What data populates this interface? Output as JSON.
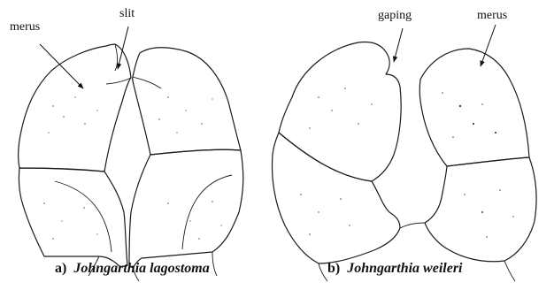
{
  "labels": {
    "a_merus": "merus",
    "a_slit": "slit",
    "b_gaping": "gaping",
    "b_merus": "merus"
  },
  "captions": {
    "a_letter": "a)",
    "a_species": "Johngarthia lagostoma",
    "b_letter": "b)",
    "b_species": "Johngarthia weileri"
  },
  "colors": {
    "ink": "#1a1a1a",
    "stipple": "#444444",
    "background": "#ffffff"
  }
}
